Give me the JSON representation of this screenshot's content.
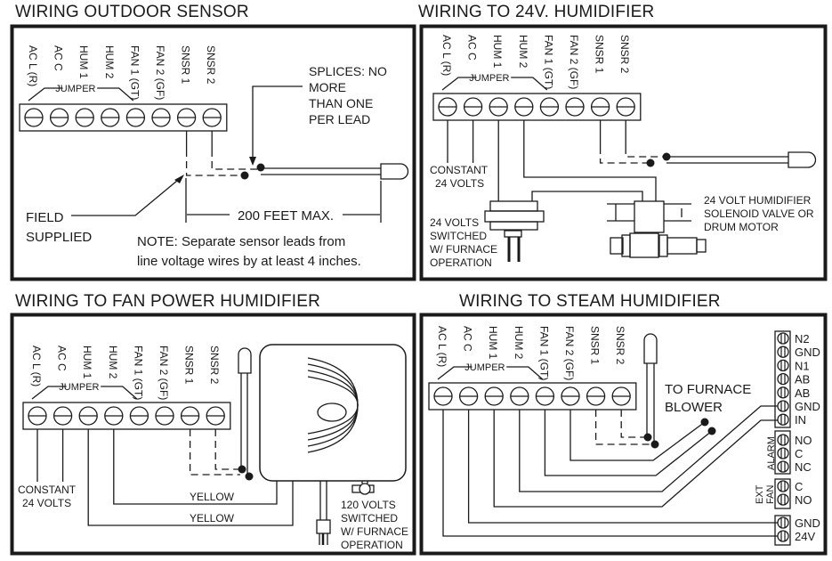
{
  "panels": [
    {
      "id": "outdoor-sensor",
      "title": "WIRING OUTDOOR SENSOR",
      "terminals": [
        "AC L (R)",
        "AC C",
        "HUM 1",
        "HUM 2",
        "FAN 1 (GT)",
        "FAN 2 (GF)",
        "SNSR 1",
        "SNSR 2"
      ],
      "jumper_label": "JUMPER",
      "splices_note": [
        "SPLICES: NO",
        "MORE",
        "THAN ONE",
        "PER LEAD"
      ],
      "field_supplied": [
        "FIELD",
        "SUPPLIED"
      ],
      "distance_label": "200 FEET MAX.",
      "note": [
        "NOTE:  Separate sensor leads from",
        "line voltage wires by at least 4 inches."
      ]
    },
    {
      "id": "24v-humidifier",
      "title": "WIRING TO 24V. HUMIDIFIER",
      "terminals": [
        "AC L (R)",
        "AC C",
        "HUM 1",
        "HUM 2",
        "FAN 1 (GT)",
        "FAN 2 (GF)",
        "SNSR 1",
        "SNSR 2"
      ],
      "jumper_label": "JUMPER",
      "constant_label": [
        "CONSTANT",
        "24 VOLTS"
      ],
      "switched_label": [
        "24 VOLTS",
        "SWITCHED",
        "W/ FURNACE",
        "OPERATION"
      ],
      "device_label": [
        "24 VOLT HUMIDIFIER",
        "SOLENOID VALVE OR",
        "DRUM MOTOR"
      ]
    },
    {
      "id": "fan-power-humidifier",
      "title": "WIRING TO FAN POWER HUMIDIFIER",
      "terminals": [
        "AC L (R)",
        "AC C",
        "HUM 1",
        "HUM 2",
        "FAN 1 (GT)",
        "FAN 2 (GF)",
        "SNSR 1",
        "SNSR 2"
      ],
      "jumper_label": "JUMPER",
      "constant_label": [
        "CONSTANT",
        "24 VOLTS"
      ],
      "wire_labels": [
        "YELLOW",
        "YELLOW"
      ],
      "switched_label": [
        "120 VOLTS",
        "SWITCHED",
        "W/ FURNACE",
        "OPERATION"
      ]
    },
    {
      "id": "steam-humidifier",
      "title": "WIRING TO STEAM HUMIDIFIER",
      "terminals": [
        "AC L (R)",
        "AC C",
        "HUM 1",
        "HUM 2",
        "FAN 1 (GT)",
        "FAN 2 (GF)",
        "SNSR 1",
        "SNSR 2"
      ],
      "jumper_label": "JUMPER",
      "blower_label": [
        "TO FURNACE",
        "BLOWER"
      ],
      "strip_terminals": [
        "N2",
        "GND",
        "N1",
        "AB",
        "AB",
        "GND",
        "IN"
      ],
      "alarm_group": {
        "label": "ALARM",
        "terminals": [
          "NO",
          "C",
          "NC"
        ]
      },
      "ext_fan_group": {
        "label": [
          "EXT",
          "FAN"
        ],
        "terminals": [
          "C",
          "NO"
        ]
      },
      "power_terminals": [
        "GND",
        "24V"
      ]
    }
  ]
}
